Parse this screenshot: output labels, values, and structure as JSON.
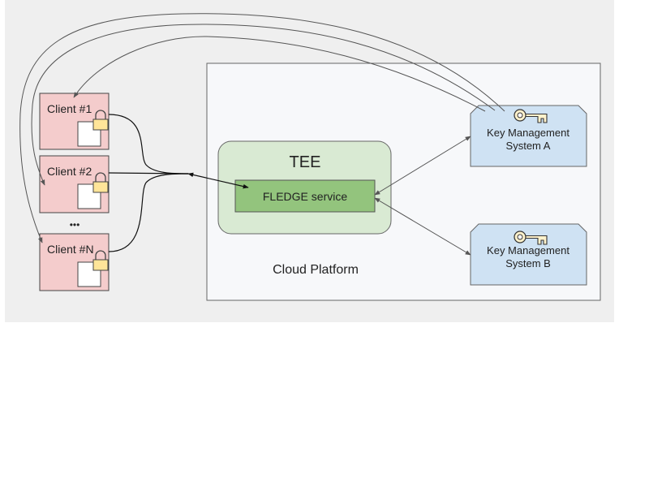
{
  "clients": [
    {
      "label": "Client #1"
    },
    {
      "label": "Client #2"
    },
    {
      "label": "Client #N"
    }
  ],
  "ellipsis": "•••",
  "tee": {
    "label": "TEE",
    "service_label": "FLEDGE service"
  },
  "cloud_platform": {
    "label": "Cloud Platform"
  },
  "kms": [
    {
      "line1": "Key Management",
      "line2": "System A"
    },
    {
      "line1": "Key Management",
      "line2": "System B"
    }
  ],
  "colors": {
    "outer_background": "#efefef",
    "cloud_fill": "#f7f8fa",
    "client_fill": "#f4cccc",
    "tee_fill": "#d9ead3",
    "service_fill": "#93c47d",
    "kms_fill": "#cfe2f3",
    "key_fill": "#fff2cc",
    "lock_fill": "#ffe599"
  },
  "icons": {
    "client_document": "document-icon",
    "client_lock": "lock-icon",
    "kms_key": "key-icon"
  }
}
